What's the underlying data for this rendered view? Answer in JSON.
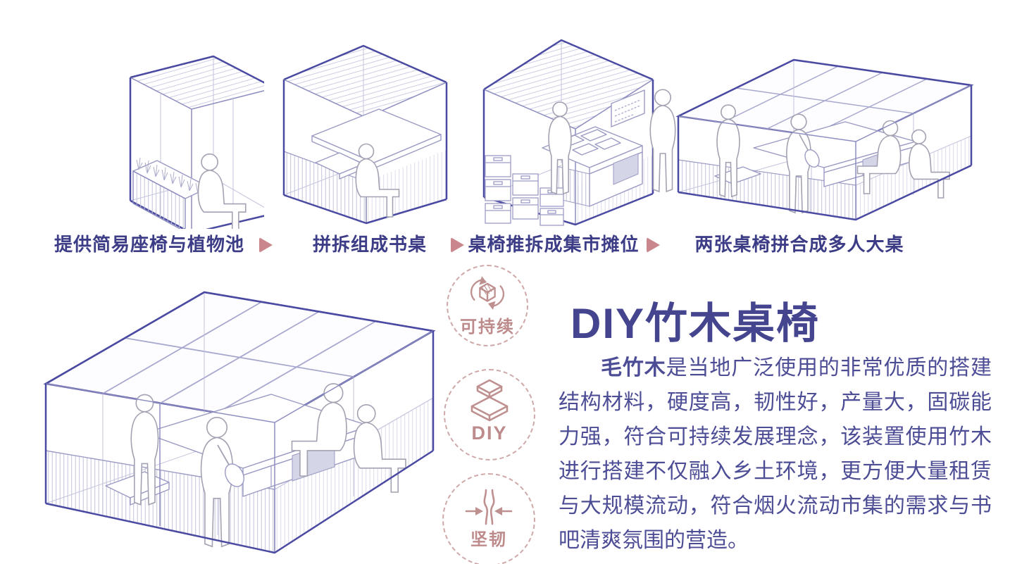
{
  "steps": [
    {
      "caption": "提供简易座椅与植物池",
      "figure": "booth-with-planter-and-seat-sketch"
    },
    {
      "caption": "拼拆组成书桌",
      "figure": "booth-with-desk-sketch"
    },
    {
      "caption": "桌椅推拆成集市摊位",
      "figure": "market-stall-with-crates-sketch"
    },
    {
      "caption": "两张桌椅拼合成多人大桌",
      "figure": "double-booth-big-table-sketch"
    }
  ],
  "icons": {
    "step_arrow": "right-triangle-arrow",
    "sustainable": "recycle-cube-icon",
    "diy": "stacked-boards-icon",
    "resilient": "compress-arrows-icon"
  },
  "features": [
    {
      "label": "可持续"
    },
    {
      "label": "DIY"
    },
    {
      "label": "坚韧"
    }
  ],
  "article": {
    "title": "DIY竹木桌椅",
    "lead": "毛竹木",
    "body": "是当地广泛使用的非常优质的搭建结构材料，硬度高，韧性好，产量大，固碳能力强，符合可持续发展理念，该装置使用竹木进行搭建不仅融入乡土环境，更方便大量租赁与大规模流动，符合烟火流动市集的需求与书吧清爽氛围的营造。"
  },
  "colors": {
    "caption_text": "#3d3d87",
    "arrow_pink": "#c9868d",
    "icon_rose": "#bf9090",
    "title": "#45458f",
    "body_text": "#4d4d96",
    "sketch_dark": "#4a4aa2",
    "sketch_light": "#8d8dc0"
  }
}
